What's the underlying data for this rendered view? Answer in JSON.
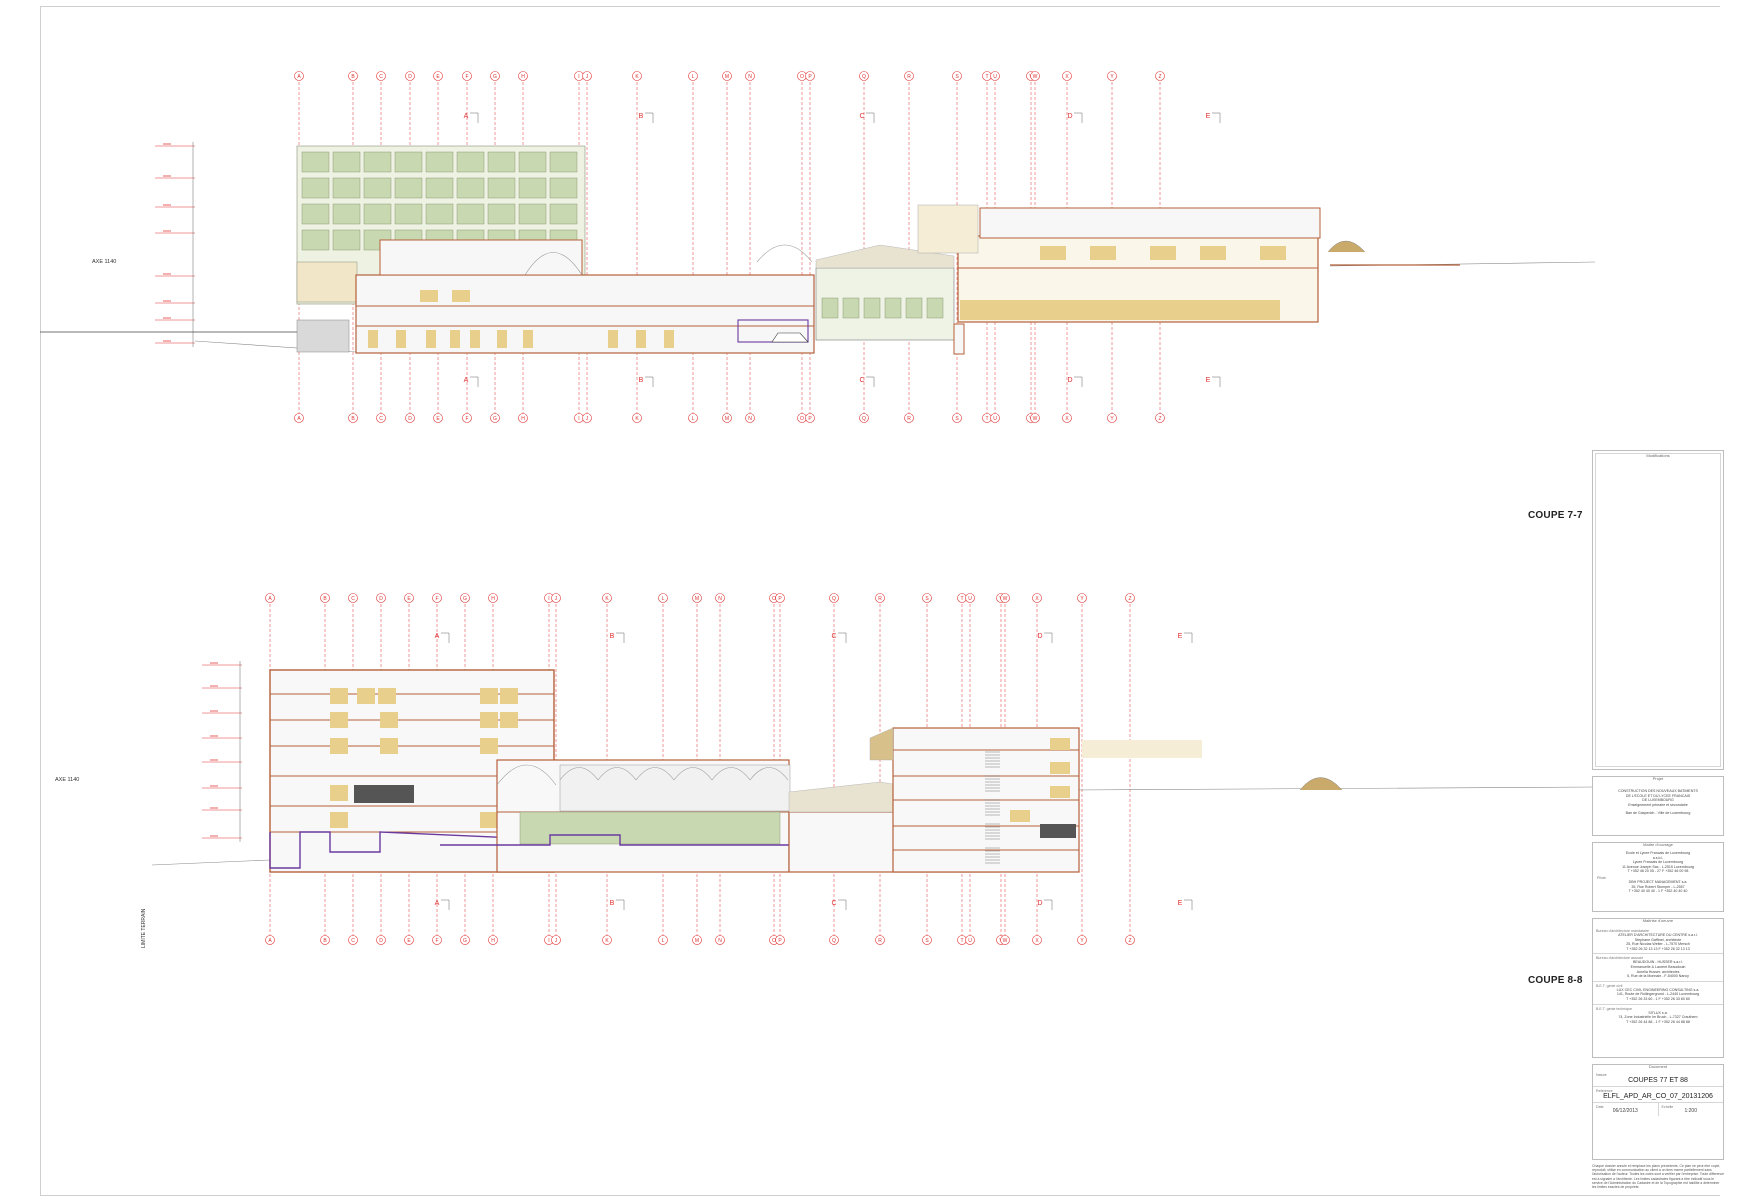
{
  "sections": [
    {
      "title": "COUPE 7-7",
      "axe_label": "AXE 1140",
      "grid_letters": [
        "A",
        "B",
        "C",
        "D",
        "E",
        "F",
        "G",
        "H",
        "I",
        "J",
        "K",
        "L",
        "M",
        "N",
        "O",
        "P",
        "Q",
        "R",
        "S",
        "T",
        "U",
        "V",
        "W",
        "X",
        "Y",
        "Z"
      ],
      "cut_markers": [
        "A",
        "B",
        "C",
        "D",
        "E"
      ]
    },
    {
      "title": "COUPE 8-8",
      "axe_label": "AXE 1140",
      "grid_letters": [
        "A",
        "B",
        "C",
        "D",
        "E",
        "F",
        "G",
        "H",
        "I",
        "J",
        "K",
        "L",
        "M",
        "N",
        "O",
        "P",
        "Q",
        "R",
        "S",
        "T",
        "U",
        "V",
        "W",
        "X",
        "Y",
        "Z"
      ],
      "cut_markers": [
        "A",
        "B",
        "C",
        "D",
        "E"
      ]
    }
  ],
  "limite_terrain": "LIMITE TERRAIN",
  "title_block": {
    "modifications_header": "Modifications",
    "projet_header": "Projet",
    "projet_lines": [
      "CONSTRUCTION DES NOUVEAUX BATIMENTS",
      "DE L'ECOLE ET DU LYCEE FRANCAIS",
      "DE LUXEMBOURG",
      "Enseignement primaire et secondaire",
      "Ban de Gasperich - Ville de Luxembourg"
    ],
    "maitre_ouvrage_header": "Maitre d'ouvrage",
    "maitre_ouvrage_lines": [
      "Ecole et Lycee Francais de Luxembourg",
      "a.s.b.l.",
      "Lycee Francais de Luxembourg",
      "11 Avenue Joseph Sax - L-2515 Luxembourg",
      "T +352 46 20 05 - 27   F +352 46 00 98"
    ],
    "pilote_header": "Pilote",
    "pilote_lines": [
      "DBH PROJECT MANAGEMENT s.a.",
      "35, Rue Robert Stumper - L-2557",
      "T +352 40 40 40 - 1   F +352 40 40 40"
    ],
    "maitre_oeuvre_header": "Maitrise d'oeuvre",
    "architecte_header": "Bureau d'architecture mandataire",
    "architecte_lines": [
      "ATELIER D'ARCHITECTURE DU CENTRE s.a.r.l.",
      "Stephane Gaffinet, architecte",
      "25, Rue Nicolas Welter - L-7570 Mersch",
      "T +352 26 32 13 13   F +352 26 32 13 13"
    ],
    "associe_header": "Bureau d'architecture associe",
    "associe_lines": [
      "BEAUDOUIN - HUSSER s.a.r.l.",
      "Emmanuelle & Laurent Beaudouin",
      "Aurelia Husser, architectes",
      "5, Rue de la Monnaie - F-54000 Nancy"
    ],
    "bet_civil_header": "B.E.T. genie civil",
    "bet_civil_lines": [
      "LUX CEC CIVIL ENGINEERING CONSULTING s.a.",
      "141, Route de Rollingergrund - L-2440 Luxembourg",
      "T +352 26 33 60 - 1   F +352 26 33 60 60"
    ],
    "bet_tech_header": "B.E.T. genie technique",
    "bet_tech_lines": [
      "SITLUX s.a.",
      "74, Zone Industrielle Im Bruch - L-7327 Crauthem",
      "T +352 26 44 88 - 1   F +352 26 44 88 88"
    ],
    "document_header": "Document",
    "nature_label": "Nature",
    "nature_value": "COUPES 77 ET 88",
    "reference_label": "Reference",
    "reference_value": "ELFL_APD_AR_CO_07_20131206",
    "date_label": "Date",
    "date_value": "06/12/2013",
    "echelle_label": "Echelle",
    "echelle_value": "1:200"
  },
  "disclaimer": "Chaque dossier annule et remplace les plans precedents. Ce plan ne peut etre copie, reproduit, utilise en communication au client a un tiers meme partiellement sans l'autorisation de l'auteur. Toutes les cotes sont a verifier par l'entreprise. Toute difference est a signaler a l'architecte. Les limites cadastrales figurant a titre indicatif sous le service de l'Administration du Cadastre et de la Topographie est habilite a determiner les limites exactes de propriete.",
  "colors": {
    "grid": "#e03030",
    "structure": "#b5603a",
    "wood": "#e9cf8c",
    "glass": "#c8d8b0",
    "purple": "#6a3aa0"
  }
}
